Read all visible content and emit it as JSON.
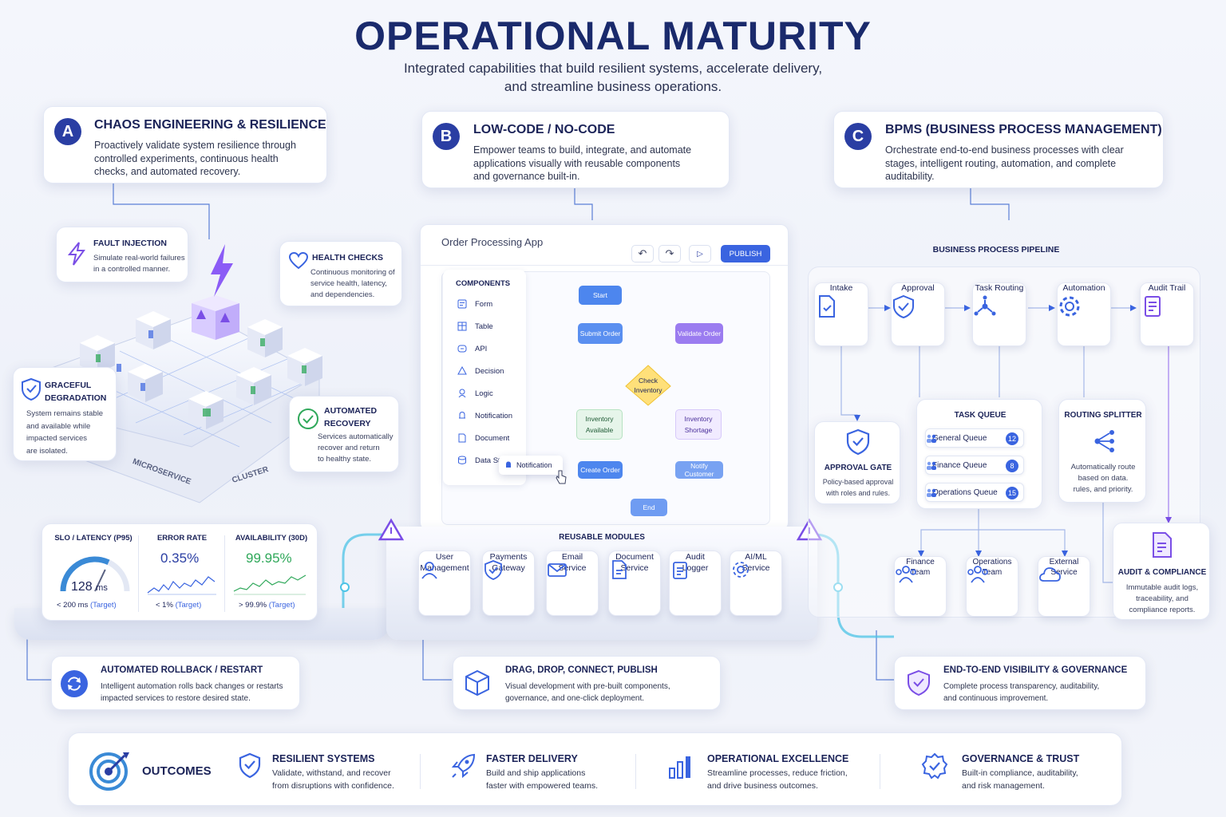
{
  "header": {
    "title": "OPERATIONAL MATURITY",
    "subtitle_line1": "Integrated capabilities that build resilient systems, accelerate delivery,",
    "subtitle_line2": "and streamline business operations."
  },
  "colors": {
    "primary": "#2a3ea3",
    "accent": "#3a64e0",
    "purple": "#7a4ee6",
    "green": "#2fa85a",
    "cyan": "#4cc3e6"
  },
  "section_a": {
    "badge": "A",
    "title": "CHAOS ENGINEERING & RESILIENCE",
    "desc": [
      "Proactively validate system resilience through",
      "controlled experiments, continuous health",
      "checks, and automated recovery."
    ]
  },
  "section_b": {
    "badge": "B",
    "title": "LOW-CODE / NO-CODE",
    "desc": [
      "Empower teams to build, integrate, and automate",
      "applications visually with reusable components",
      "and governance built-in."
    ]
  },
  "section_c": {
    "badge": "C",
    "title": "BPMS (BUSINESS PROCESS MANAGEMENT)",
    "desc": [
      "Orchestrate end-to-end business processes with clear",
      "stages, intelligent routing, automation, and complete",
      "auditability."
    ]
  },
  "chaos": {
    "fault": {
      "title": "FAULT INJECTION",
      "desc": [
        "Simulate real-world failures",
        "in a controlled manner."
      ]
    },
    "health": {
      "title": "HEALTH CHECKS",
      "desc": [
        "Continuous monitoring of",
        "service health, latency,",
        "and dependencies."
      ]
    },
    "graceful": {
      "title": [
        "GRACEFUL",
        "DEGRADATION"
      ],
      "desc": [
        "System remains stable",
        "and available while",
        "impacted services",
        "are isolated."
      ]
    },
    "recovery": {
      "title": [
        "AUTOMATED",
        "RECOVERY"
      ],
      "desc": [
        "Services automatically",
        "recover and return",
        "to healthy state."
      ]
    },
    "platform_labels": [
      "MICROSERVICE",
      "CLUSTER"
    ]
  },
  "metrics": {
    "slo": {
      "title": "SLO / LATENCY (P95)",
      "value": "128",
      "unit": "ms",
      "target": "< 200 ms",
      "target_label": "(Target)",
      "gauge_fraction": 0.64
    },
    "error": {
      "title": "ERROR RATE",
      "value": "0.35%",
      "target": "< 1%",
      "target_label": "(Target)"
    },
    "availability": {
      "title": "AVAILABILITY (30D)",
      "value": "99.95%",
      "target": "> 99.9%",
      "target_label": "(Target)"
    }
  },
  "app": {
    "title": "Order Processing App",
    "publish": "PUBLISH",
    "components_title": "COMPONENTS",
    "components": [
      "Form",
      "Table",
      "API",
      "Decision",
      "Logic",
      "Notification",
      "Document",
      "Data Sto"
    ],
    "drag_label": "Notification",
    "flow": {
      "start": "Start",
      "submit": "Submit Order",
      "validate": "Validate Order",
      "check": [
        "Check",
        "Inventory"
      ],
      "available": [
        "Inventory",
        "Available"
      ],
      "shortage": [
        "Inventory",
        "Shortage"
      ],
      "create": "Create Order",
      "notify": "Notify Customer",
      "end": "End"
    }
  },
  "modules": {
    "title": "REUSABLE MODULES",
    "items": [
      {
        "icon": "user-icon",
        "label": [
          "User",
          "Management"
        ]
      },
      {
        "icon": "shield-icon",
        "label": [
          "Payments",
          "Gateway"
        ]
      },
      {
        "icon": "mail-icon",
        "label": [
          "Email",
          "Service"
        ]
      },
      {
        "icon": "document-icon",
        "label": [
          "Document",
          "Service"
        ]
      },
      {
        "icon": "clipboard-icon",
        "label": [
          "Audit",
          "Logger"
        ]
      },
      {
        "icon": "gear-icon",
        "label": [
          "AI/ML",
          "Service"
        ]
      }
    ]
  },
  "pipeline": {
    "title": "BUSINESS PROCESS PIPELINE",
    "stages": [
      "Intake",
      "Approval",
      "Task Routing",
      "Automation",
      "Audit Trail"
    ]
  },
  "approval_gate": {
    "title": "APPROVAL GATE",
    "desc": [
      "Policy-based approval",
      "with roles and rules."
    ]
  },
  "task_queue": {
    "title": "TASK QUEUE",
    "rows": [
      {
        "name": "General Queue",
        "count": "12"
      },
      {
        "name": "Finance Queue",
        "count": "8"
      },
      {
        "name": "Operations Queue",
        "count": "15"
      }
    ]
  },
  "routing": {
    "title": "ROUTING SPLITTER",
    "desc": [
      "Automatically route",
      "based on data.",
      "rules, and priority."
    ]
  },
  "audit": {
    "title": "AUDIT & COMPLIANCE",
    "desc": [
      "Immutable audit logs,",
      "traceability, and",
      "compliance reports."
    ]
  },
  "teams": [
    {
      "label": [
        "Finance",
        "Team"
      ]
    },
    {
      "label": [
        "Operations",
        "Team"
      ]
    },
    {
      "label": [
        "External",
        "Service"
      ]
    }
  ],
  "bottom": {
    "rollback": {
      "title": "AUTOMATED ROLLBACK / RESTART",
      "desc": [
        "Intelligent automation rolls back changes or restarts",
        "impacted services to restore desired state."
      ]
    },
    "drag": {
      "title": "DRAG, DROP, CONNECT, PUBLISH",
      "desc": [
        "Visual development with pre-built components,",
        "governance, and one-click deployment."
      ]
    },
    "visibility": {
      "title": "END-TO-END VISIBILITY & GOVERNANCE",
      "desc": [
        "Complete process transparency, auditability,",
        "and continuous improvement."
      ]
    }
  },
  "outcomes": {
    "title": "OUTCOMES",
    "items": [
      {
        "title": "RESILIENT SYSTEMS",
        "desc": [
          "Validate, withstand, and recover",
          "from disruptions with confidence."
        ]
      },
      {
        "title": "FASTER DELIVERY",
        "desc": [
          "Build and ship applications",
          "faster with empowered teams."
        ]
      },
      {
        "title": "OPERATIONAL EXCELLENCE",
        "desc": [
          "Streamline processes, reduce friction,",
          "and drive business outcomes."
        ]
      },
      {
        "title": "GOVERNANCE & TRUST",
        "desc": [
          "Built-in compliance, auditability,",
          "and risk management."
        ]
      }
    ]
  }
}
